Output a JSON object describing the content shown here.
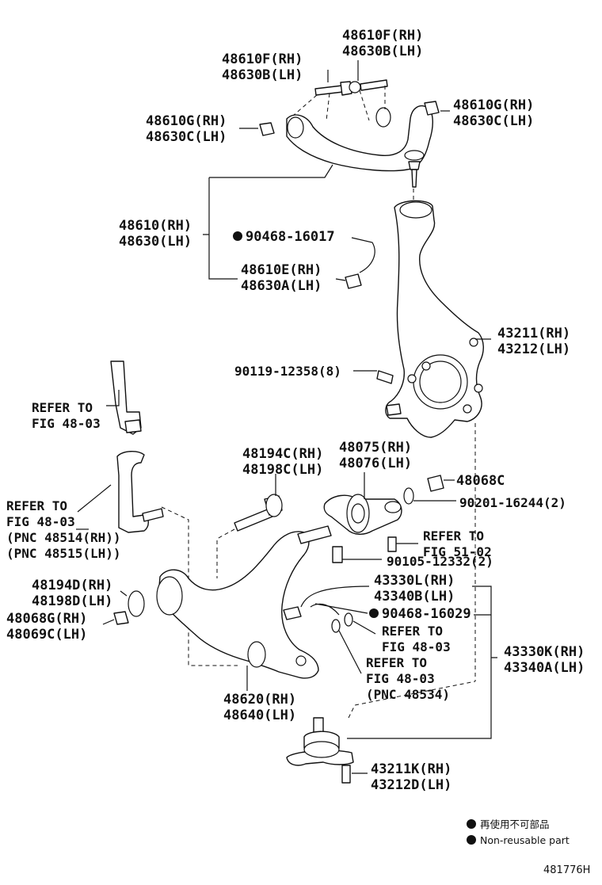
{
  "labels": {
    "p48610F_rh_top": "48610F(RH)",
    "p48630B_lh_top": "48630B(LH)",
    "p48610F_rh_left": "48610F(RH)",
    "p48630B_lh_left": "48630B(LH)",
    "p48610G_rh_left": "48610G(RH)",
    "p48630C_lh_left": "48630C(LH)",
    "p48610G_rh_right": "48610G(RH)",
    "p48630C_lh_right": "48630C(LH)",
    "p48610_rh": "48610(RH)",
    "p48630_lh": "48630(LH)",
    "p90468_16017": "90468-16017",
    "p48610E_rh": "48610E(RH)",
    "p48630A_lh": "48630A(LH)",
    "p43211_rh": "43211(RH)",
    "p43212_lh": "43212(LH)",
    "p90119": "90119-12358(8)",
    "refer_to_1": "REFER TO",
    "fig_48_03_1": "FIG 48-03",
    "p48194C_rh": "48194C(RH)",
    "p48198C_lh": "48198C(LH)",
    "p48075_rh": "48075(RH)",
    "p48076_lh": "48076(LH)",
    "p48068C": "48068C",
    "p90201": "90201-16244(2)",
    "refer_to_2": "REFER TO",
    "fig_48_03_2": "FIG 48-03",
    "pnc_48514": "(PNC 48514(RH))",
    "pnc_48515": "(PNC 48515(LH))",
    "refer_to_fig51": "REFER TO",
    "fig_51_02": "FIG 51-02",
    "p90105": "90105-12332(2)",
    "p48194D_rh": "48194D(RH)",
    "p48198D_lh": "48198D(LH)",
    "p43330L_rh": "43330L(RH)",
    "p43340B_lh": "43340B(LH)",
    "p48068G_rh": "48068G(RH)",
    "p48069C_lh": "48069C(LH)",
    "p90468_16029": "90468-16029",
    "refer_to_3": "REFER TO",
    "fig_48_03_3": "FIG 48-03",
    "refer_to_4": "REFER TO",
    "fig_48_03_4": "FIG 48-03",
    "pnc_48534": "(PNC 48534)",
    "p43330K_rh": "43330K(RH)",
    "p43340A_lh": "43340A(LH)",
    "p48620_rh": "48620(RH)",
    "p48640_lh": "48640(LH)",
    "p43211K_rh": "43211K(RH)",
    "p43212D_lh": "43212D(LH)"
  },
  "legend": {
    "item_cn": "再使用不可部品",
    "item_en": "Non-reusable part"
  },
  "figure_number": "481776H",
  "colors": {
    "ink": "#111111",
    "background": "#ffffff"
  }
}
